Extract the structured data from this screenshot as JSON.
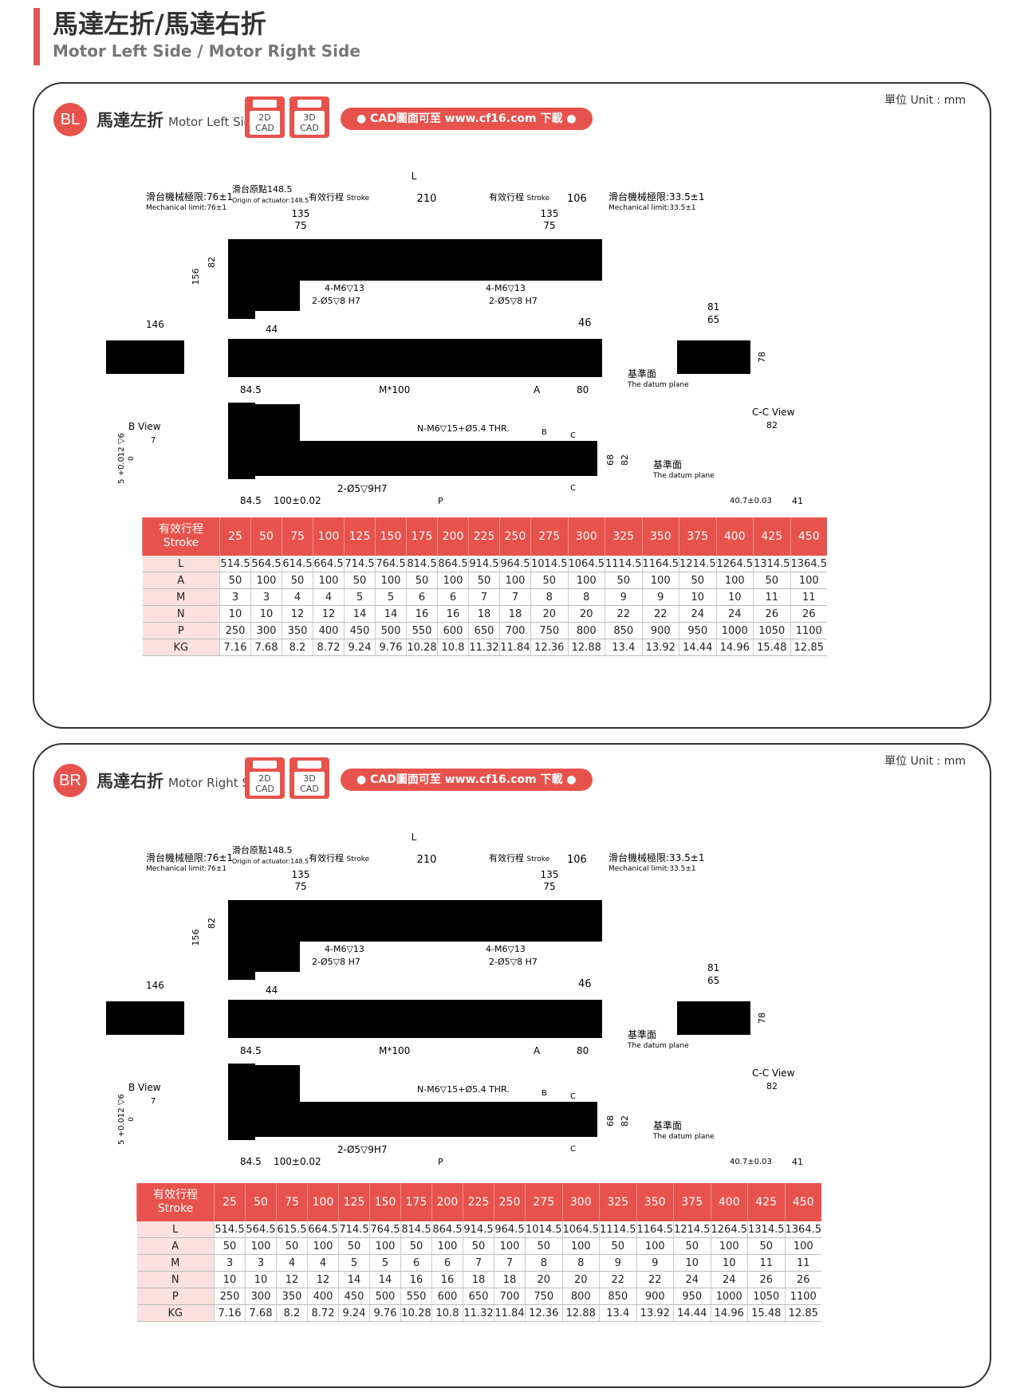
{
  "page": {
    "title": "馬達左折/馬達右折",
    "subtitle": "Motor Left Side / Motor Right Side"
  },
  "common": {
    "unit": "單位 Unit : mm",
    "cad_2d": [
      "2D",
      "CAD"
    ],
    "cad_3d": [
      "3D",
      "CAD"
    ],
    "cad_link": "● CAD圖面可至 www.cf16.com 下載 ●"
  },
  "panels": [
    {
      "badge": "BL",
      "title_zh": "馬達左折",
      "title_en": "Motor Left Side",
      "labels": {
        "L": "L",
        "left_limit": "滑台機械極限:76±1",
        "left_limit_en": "Mechanical limit:76±1",
        "origin": "滑台原點148.5",
        "origin_en": "Origin of actuator:148.5",
        "stroke_zh": "有效行程",
        "stroke_en": "Stroke",
        "d210": "210",
        "d106": "106",
        "right_limit": "滑台機械極限:33.5±1",
        "right_limit_en": "Mechanical limit:33.5±1",
        "d135": "135",
        "d75": "75",
        "d82": "82",
        "d156": "156",
        "m6": "4-M6▽13",
        "hole": "2-Ø5▽8 H7",
        "d146": "146",
        "d44": "44",
        "d46": "46",
        "d81": "81",
        "d65": "65",
        "d78": "78",
        "datum": "基準面",
        "datum_en": "The datum plane",
        "d84_5": "84.5",
        "m100": "M*100",
        "A": "A",
        "d80": "80",
        "thr": "N-M6▽15+Ø5.4 THR.",
        "b_view": "B View",
        "d7": "7",
        "tol": "5 +0.012 ▽6",
        "tol0": "0",
        "B": "B",
        "C": "C",
        "d68": "68",
        "h9": "2-Ø5▽9H7",
        "d100": "100±0.02",
        "P": "P",
        "cc_view": "C-C View",
        "d40_7": "40.7±0.03",
        "d41": "41"
      },
      "table": {
        "header_zh": "有效行程",
        "header_en": "Stroke",
        "strokes": [
          "25",
          "50",
          "75",
          "100",
          "125",
          "150",
          "175",
          "200",
          "225",
          "250",
          "275",
          "300",
          "325",
          "350",
          "375",
          "400",
          "425",
          "450"
        ],
        "rows": [
          {
            "label": "L",
            "values": [
              "514.5",
              "564.5",
              "614.5",
              "664.5",
              "714.5",
              "764.5",
              "814.5",
              "864.5",
              "914.5",
              "964.5",
              "1014.5",
              "1064.5",
              "1114.5",
              "1164.5",
              "1214.5",
              "1264.5",
              "1314.5",
              "1364.5"
            ]
          },
          {
            "label": "A",
            "values": [
              "50",
              "100",
              "50",
              "100",
              "50",
              "100",
              "50",
              "100",
              "50",
              "100",
              "50",
              "100",
              "50",
              "100",
              "50",
              "100",
              "50",
              "100"
            ]
          },
          {
            "label": "M",
            "values": [
              "3",
              "3",
              "4",
              "4",
              "5",
              "5",
              "6",
              "6",
              "7",
              "7",
              "8",
              "8",
              "9",
              "9",
              "10",
              "10",
              "11",
              "11"
            ]
          },
          {
            "label": "N",
            "values": [
              "10",
              "10",
              "12",
              "12",
              "14",
              "14",
              "16",
              "16",
              "18",
              "18",
              "20",
              "20",
              "22",
              "22",
              "24",
              "24",
              "26",
              "26"
            ]
          },
          {
            "label": "P",
            "values": [
              "250",
              "300",
              "350",
              "400",
              "450",
              "500",
              "550",
              "600",
              "650",
              "700",
              "750",
              "800",
              "850",
              "900",
              "950",
              "1000",
              "1050",
              "1100"
            ]
          },
          {
            "label": "KG",
            "values": [
              "7.16",
              "7.68",
              "8.2",
              "8.72",
              "9.24",
              "9.76",
              "10.28",
              "10.8",
              "11.32",
              "11.84",
              "12.36",
              "12.88",
              "13.4",
              "13.92",
              "14.44",
              "14.96",
              "15.48",
              "12.85"
            ]
          }
        ]
      }
    },
    {
      "badge": "BR",
      "title_zh": "馬達右折",
      "title_en": "Motor Right Side",
      "labels": {
        "L": "L",
        "left_limit": "滑台機械極限:76±1",
        "left_limit_en": "Mechanical limit:76±1",
        "origin": "滑台原點148.5",
        "origin_en": "Origin of actuator:148.5",
        "stroke_zh": "有效行程",
        "stroke_en": "Stroke",
        "d210": "210",
        "d106": "106",
        "right_limit": "滑台機械極限:33.5±1",
        "right_limit_en": "Mechanical limit:33.5±1",
        "d135": "135",
        "d75": "75",
        "d82": "82",
        "d156": "156",
        "m6": "4-M6▽13",
        "hole": "2-Ø5▽8 H7",
        "d146": "146",
        "d44": "44",
        "d46": "46",
        "d81": "81",
        "d65": "65",
        "d78": "78",
        "datum": "基準面",
        "datum_en": "The datum plane",
        "d84_5": "84.5",
        "m100": "M*100",
        "A": "A",
        "d80": "80",
        "thr": "N-M6▽15+Ø5.4 THR.",
        "b_view": "B View",
        "d7": "7",
        "tol": "5 +0.012 ▽6",
        "tol0": "0",
        "B": "B",
        "C": "C",
        "d68": "68",
        "h9": "2-Ø5▽9H7",
        "d100": "100±0.02",
        "P": "P",
        "cc_view": "C-C View",
        "d40_7": "40.7±0.03",
        "d41": "41"
      },
      "table": {
        "header_zh": "有效行程",
        "header_en": "Stroke",
        "strokes": [
          "25",
          "50",
          "75",
          "100",
          "125",
          "150",
          "175",
          "200",
          "225",
          "250",
          "275",
          "300",
          "325",
          "350",
          "375",
          "400",
          "425",
          "450"
        ],
        "rows": [
          {
            "label": "L",
            "values": [
              "514.5",
              "564.5",
              "615.5",
              "664.5",
              "714.5",
              "764.5",
              "814.5",
              "864.5",
              "914.5",
              "964.5",
              "1014.5",
              "1064.5",
              "1114.5",
              "1164.5",
              "1214.5",
              "1264.5",
              "1314.5",
              "1364.5"
            ]
          },
          {
            "label": "A",
            "values": [
              "50",
              "100",
              "50",
              "100",
              "50",
              "100",
              "50",
              "100",
              "50",
              "100",
              "50",
              "100",
              "50",
              "100",
              "50",
              "100",
              "50",
              "100"
            ]
          },
          {
            "label": "M",
            "values": [
              "3",
              "3",
              "4",
              "4",
              "5",
              "5",
              "6",
              "6",
              "7",
              "7",
              "8",
              "8",
              "9",
              "9",
              "10",
              "10",
              "11",
              "11"
            ]
          },
          {
            "label": "N",
            "values": [
              "10",
              "10",
              "12",
              "12",
              "14",
              "14",
              "16",
              "16",
              "18",
              "18",
              "20",
              "20",
              "22",
              "22",
              "24",
              "24",
              "26",
              "26"
            ]
          },
          {
            "label": "P",
            "values": [
              "250",
              "300",
              "350",
              "400",
              "450",
              "500",
              "550",
              "600",
              "650",
              "700",
              "750",
              "800",
              "850",
              "900",
              "950",
              "1000",
              "1050",
              "1100"
            ]
          },
          {
            "label": "KG",
            "values": [
              "7.16",
              "7.68",
              "8.2",
              "8.72",
              "9.24",
              "9.76",
              "10.28",
              "10.8",
              "11.32",
              "11.84",
              "12.36",
              "12.88",
              "13.4",
              "13.92",
              "14.44",
              "14.96",
              "15.48",
              "12.85"
            ]
          }
        ]
      }
    }
  ]
}
